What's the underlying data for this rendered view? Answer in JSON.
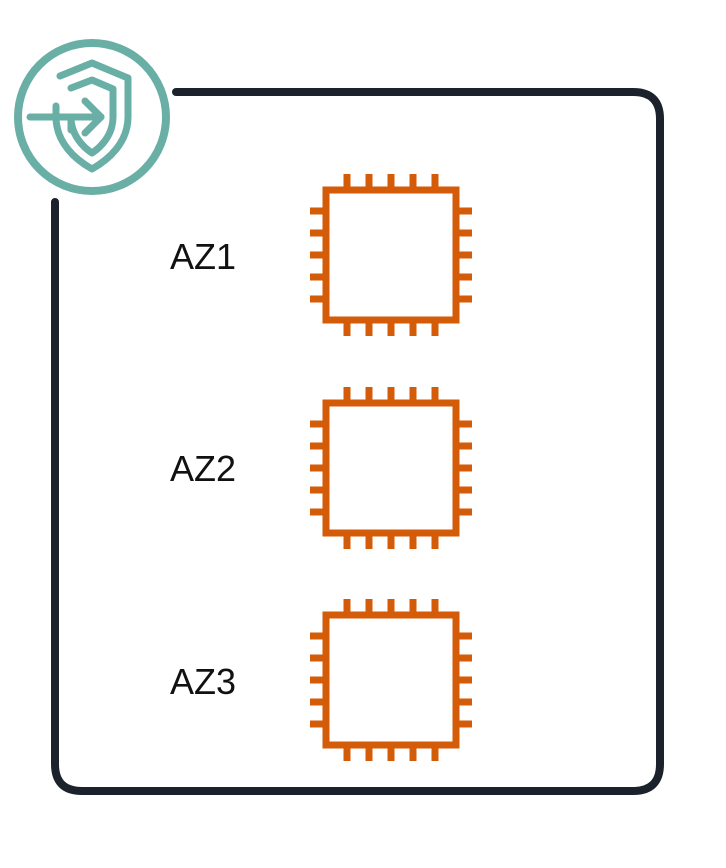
{
  "colors": {
    "container_border": "#1b222b",
    "chip_stroke": "#d45b07",
    "security_icon": "#6aafa6",
    "label_text": "#111111",
    "background": "#ffffff"
  },
  "security_group": {
    "icon": "shield-enter-icon"
  },
  "instances": [
    {
      "label": "AZ1",
      "icon": "ec2-instance-chip-icon"
    },
    {
      "label": "AZ2",
      "icon": "ec2-instance-chip-icon"
    },
    {
      "label": "AZ3",
      "icon": "ec2-instance-chip-icon"
    }
  ]
}
